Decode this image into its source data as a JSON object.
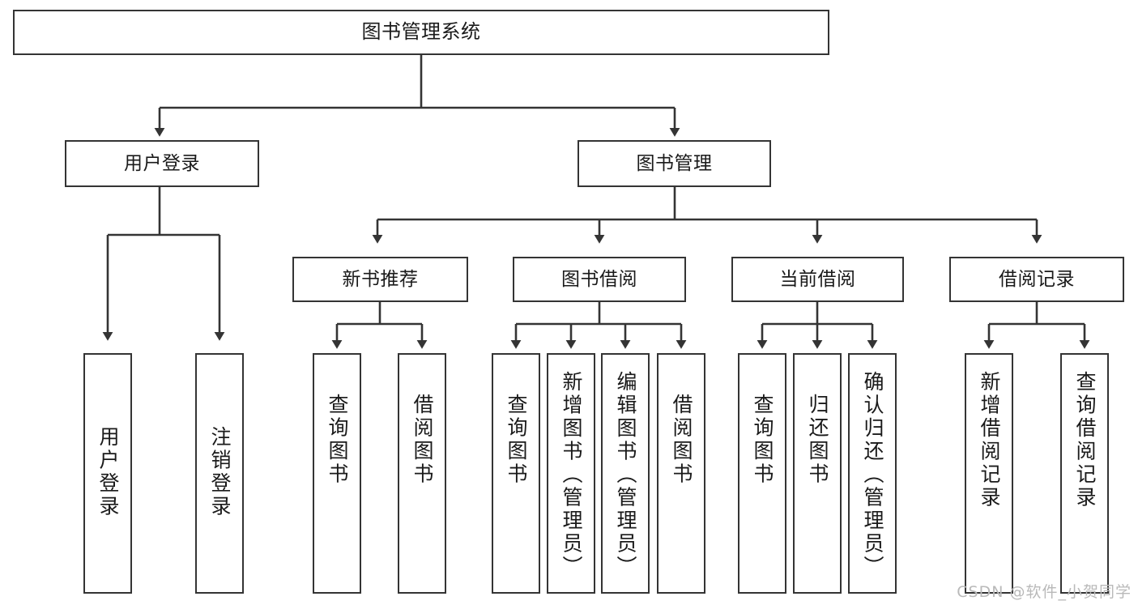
{
  "diagram": {
    "type": "tree",
    "title": "图书管理系统",
    "colors": {
      "border": "#343434",
      "background": "#ffffff",
      "text": "#1a1a1a",
      "edge": "#343434",
      "watermark": "#b9b9b9"
    },
    "root": {
      "label": "图书管理系统"
    },
    "level2": [
      {
        "label": "用户登录"
      },
      {
        "label": "图书管理"
      }
    ],
    "level3": [
      {
        "label": "新书推荐"
      },
      {
        "label": "图书借阅"
      },
      {
        "label": "当前借阅"
      },
      {
        "label": "借阅记录"
      }
    ],
    "leaves": {
      "user_login": [
        {
          "label": "用户登录"
        },
        {
          "label": "注销登录"
        }
      ],
      "new_book": [
        {
          "label": "查询图书"
        },
        {
          "label": "借阅图书"
        }
      ],
      "book_borrow": [
        {
          "label": "查询图书"
        },
        {
          "label": "新增图书（管理员）"
        },
        {
          "label": "编辑图书（管理员）"
        },
        {
          "label": "借阅图书"
        }
      ],
      "current_borrow": [
        {
          "label": "查询图书"
        },
        {
          "label": "归还图书"
        },
        {
          "label": "确认归还（管理员）"
        }
      ],
      "borrow_record": [
        {
          "label": "新增借阅记录"
        },
        {
          "label": "查询借阅记录"
        }
      ]
    }
  },
  "watermark": {
    "text": "CSDN @软件_小贺同学"
  }
}
